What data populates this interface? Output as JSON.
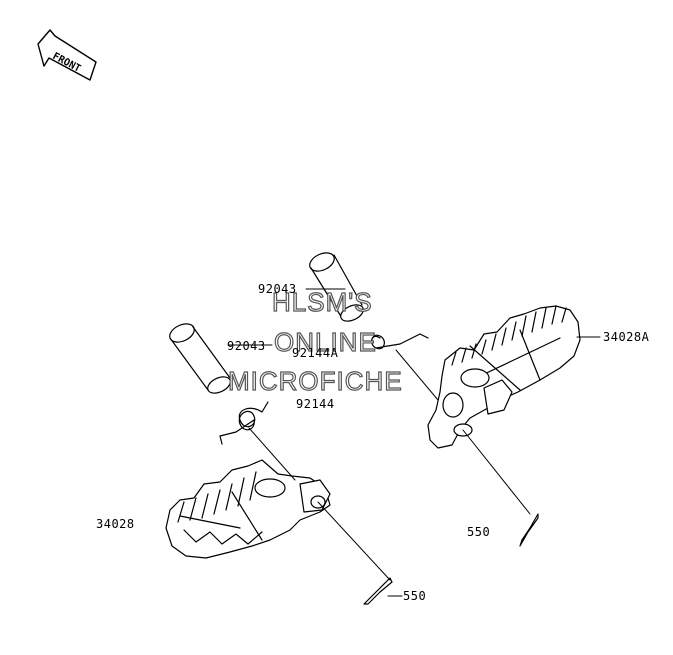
{
  "front_badge": {
    "text": "FRONT"
  },
  "watermark": {
    "line1": "HLSM'S",
    "line2": "ONLINE",
    "line3": "MICROFICHE"
  },
  "labels": {
    "pin_upper": "92043",
    "pin_left": "92043",
    "spring_a": "92144A",
    "spring": "92144",
    "footpeg_right": "34028A",
    "footpeg_left": "34028",
    "cotter_right": "550",
    "cotter_left": "550"
  }
}
